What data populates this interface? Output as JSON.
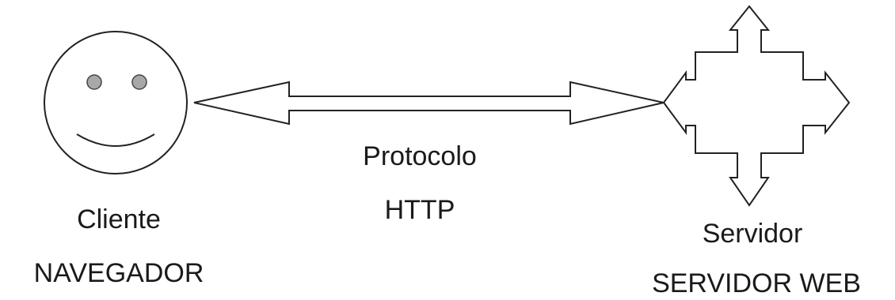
{
  "client": {
    "label": "Cliente",
    "sublabel": "NAVEGADOR",
    "icon": "smiley-face-icon"
  },
  "connection": {
    "label_line1": "Protocolo",
    "label_line2": "HTTP",
    "icon": "double-headed-arrow-icon"
  },
  "server": {
    "label": "Servidor",
    "sublabel": "SERVIDOR WEB",
    "icon": "four-way-arrow-icon"
  },
  "colors": {
    "stroke": "#222222",
    "eye_fill": "#a8a8a8",
    "background": "#ffffff"
  }
}
